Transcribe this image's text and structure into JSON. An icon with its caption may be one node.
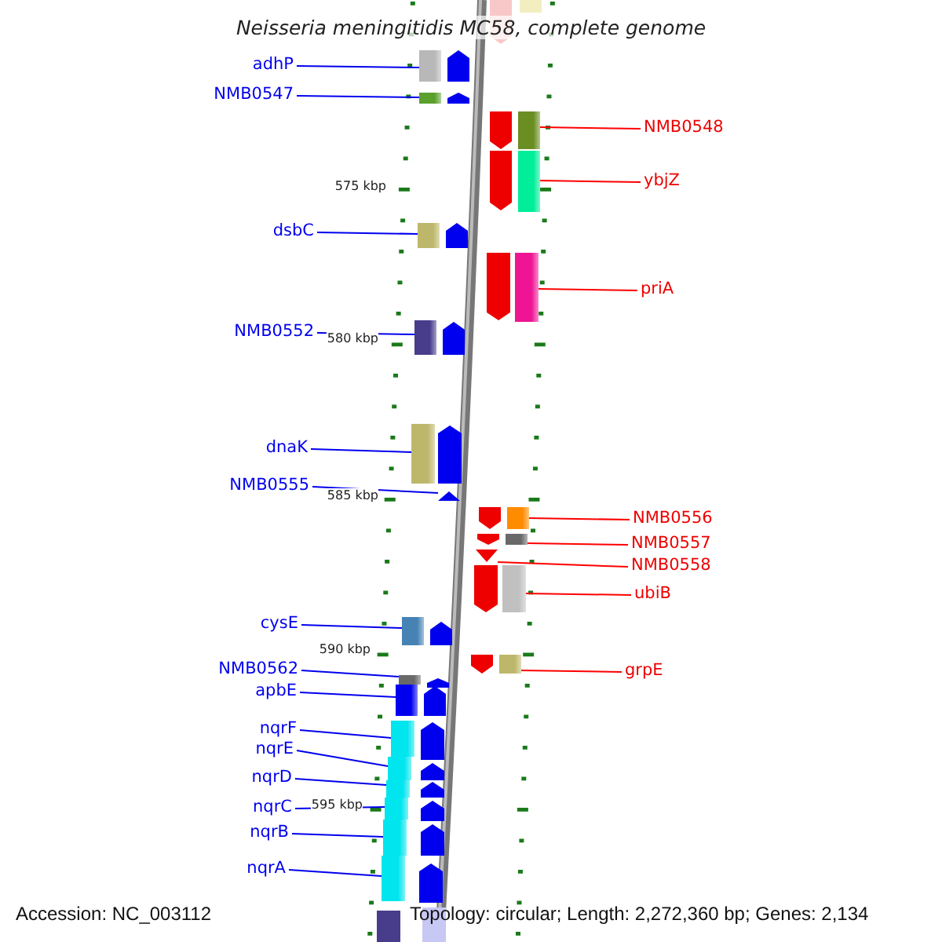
{
  "diagram": {
    "title": "Neisseria meningitidis MC58, complete genome",
    "nodes": [
      {
        "text": [
          "adhP"
        ]
      },
      {
        "text": [],
        "shape": "box"
      },
      {
        "text": [
          "NMB0547"
        ]
      },
      {
        "text": [],
        "shape": "box"
      },
      {
        "text": [
          "NMB0548"
        ]
      },
      {
        "text": [],
        "shape": "box"
      },
      {
        "text": [
          "ybjZ"
        ]
      },
      {
        "text": [],
        "shape": "box"
      },
      {
        "text": [
          "dsbC"
        ]
      },
      {
        "text": [],
        "shape": "box"
      },
      {
        "text": [
          "priA"
        ]
      },
      {
        "text": [],
        "shape": "box"
      },
      {
        "text": [
          "NMB0552"
        ]
      },
      {
        "text": [],
        "shape": "box"
      },
      {
        "text": [
          "dnaK"
        ]
      },
      {
        "text": [],
        "shape": "box"
      },
      {
        "text": [
          "NMB0555"
        ]
      },
      {
        "text": [],
        "shape": "triangle"
      },
      {
        "text": [
          "NMB0556"
        ]
      },
      {
        "text": [],
        "shape": "box"
      },
      {
        "text": [
          "NMB0557"
        ]
      },
      {
        "text": [],
        "shape": "box"
      },
      {
        "text": [
          "NMB0558"
        ]
      },
      {
        "text": [],
        "shape": "triangle"
      },
      {
        "text": [
          "ubiB"
        ]
      },
      {
        "text": [],
        "shape": "box"
      },
      {
        "text": [
          "cysE"
        ]
      },
      {
        "text": [],
        "shape": "box"
      },
      {
        "text": [
          "grpE"
        ]
      },
      {
        "text": [],
        "shape": "box"
      },
      {
        "text": [
          "NMB0562"
        ]
      },
      {
        "text": [],
        "shape": "box"
      },
      {
        "text": [
          "apbE"
        ]
      },
      {
        "text": [],
        "shape": "box"
      },
      {
        "text": [
          "nqrF"
        ]
      },
      {
        "text": [],
        "shape": "box"
      },
      {
        "text": [
          "nqrE"
        ]
      },
      {
        "text": [],
        "shape": "box"
      },
      {
        "text": [
          "nqrD"
        ]
      },
      {
        "text": [],
        "shape": "box"
      },
      {
        "text": [
          "nqrC"
        ]
      },
      {
        "text": [],
        "shape": "box"
      },
      {
        "text": [
          "nqrB"
        ]
      },
      {
        "text": [],
        "shape": "box"
      },
      {
        "text": [
          "nqrA"
        ]
      },
      {
        "text": [],
        "shape": "box"
      }
    ],
    "edges": [
      {
        "from": 0,
        "to": 1,
        "arrow": "none"
      },
      {
        "from": 2,
        "to": 3,
        "arrow": "none"
      },
      {
        "from": 4,
        "to": 5,
        "arrow": "none",
        "color": "#ff0000"
      },
      {
        "from": 6,
        "to": 7,
        "arrow": "none",
        "color": "#ff0000"
      },
      {
        "from": 8,
        "to": 9,
        "arrow": "none"
      },
      {
        "from": 10,
        "to": 11,
        "arrow": "none",
        "color": "#ff0000"
      },
      {
        "from": 12,
        "to": 13,
        "arrow": "none"
      },
      {
        "from": 14,
        "to": 15,
        "arrow": "none"
      },
      {
        "from": 16,
        "to": 17,
        "arrow": "none"
      },
      {
        "from": 18,
        "to": 19,
        "arrow": "none",
        "color": "#ff0000"
      },
      {
        "from": 20,
        "to": 21,
        "arrow": "none",
        "color": "#ff0000"
      },
      {
        "from": 22,
        "to": 23,
        "arrow": "none",
        "color": "#ff0000"
      },
      {
        "from": 24,
        "to": 25,
        "arrow": "none",
        "color": "#ff0000"
      },
      {
        "from": 26,
        "to": 27,
        "arrow": "none"
      },
      {
        "from": 28,
        "to": 29,
        "arrow": "none",
        "color": "#ff0000"
      },
      {
        "from": 30,
        "to": 31,
        "arrow": "none"
      },
      {
        "from": 32,
        "to": 33,
        "arrow": "none"
      },
      {
        "from": 34,
        "to": 35,
        "arrow": "none"
      },
      {
        "from": 36,
        "to": 37,
        "arrow": "none"
      },
      {
        "from": 38,
        "to": 39,
        "arrow": "none"
      },
      {
        "from": 40,
        "to": 41,
        "arrow": "none"
      },
      {
        "from": 42,
        "to": 43,
        "arrow": "none"
      },
      {
        "from": 44,
        "to": 45,
        "arrow": "none"
      }
    ],
    "labels": [
      "575 kbp",
      "580 kbp",
      "585 kbp",
      "590 kbp",
      "595 kbp",
      "Accession: NC_003112",
      "Topology: circular; Length: 2,272,360 bp; Genes: 2,134"
    ]
  }
}
